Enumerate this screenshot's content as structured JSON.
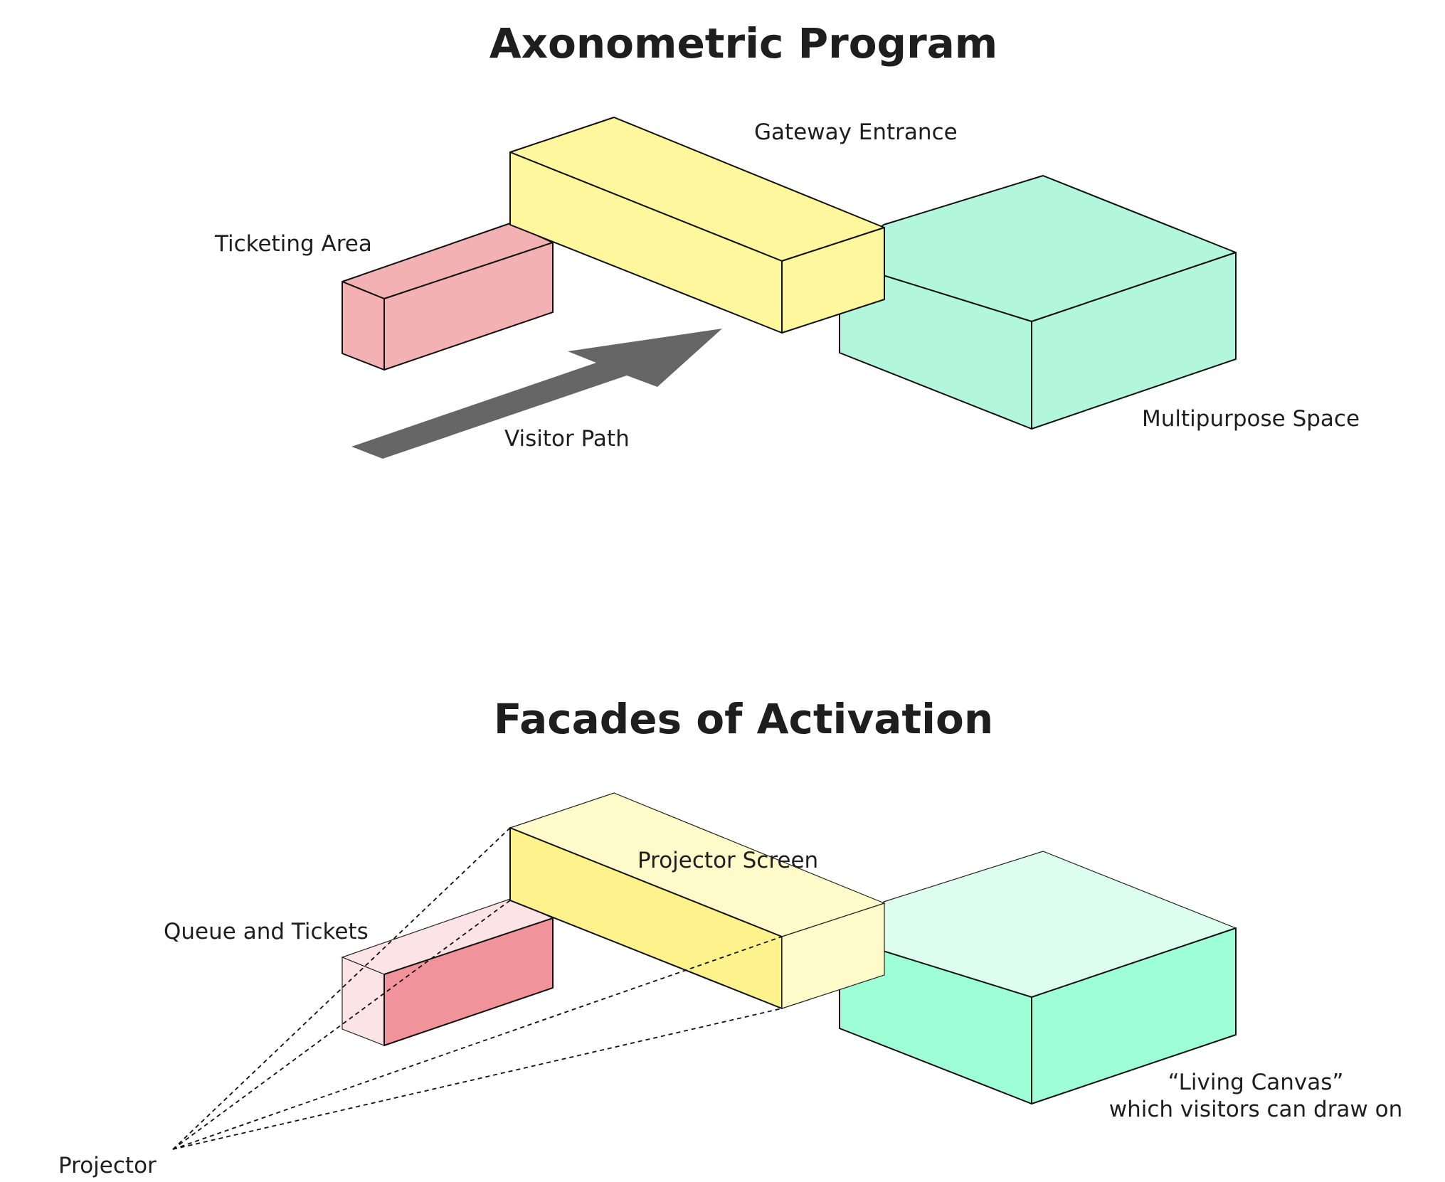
{
  "diagrams": [
    {
      "title": "Axonometric Program",
      "labels": {
        "gateway": "Gateway Entrance",
        "ticketing": "Ticketing Area",
        "multipurpose": "Multipurpose Space",
        "visitor_path": "Visitor Path"
      }
    },
    {
      "title": "Facades of Activation",
      "labels": {
        "projector_screen": "Projector Screen",
        "queue": "Queue and Tickets",
        "living_canvas_line1": "“Living Canvas”",
        "living_canvas_line2": "which visitors can draw on",
        "projector": "Projector"
      }
    }
  ],
  "colors": {
    "pink": "#f3b1b3",
    "yellow": "#fef79d",
    "mint": "#b2f6dc",
    "arrow": "#666666",
    "pink_light": "#fce3e5",
    "pink_strong": "#f0939b",
    "yellow_light": "#fefac9",
    "yellow_strong": "#fdf28b",
    "mint_light": "#dcfdf0",
    "mint_strong": "#9efed6"
  }
}
